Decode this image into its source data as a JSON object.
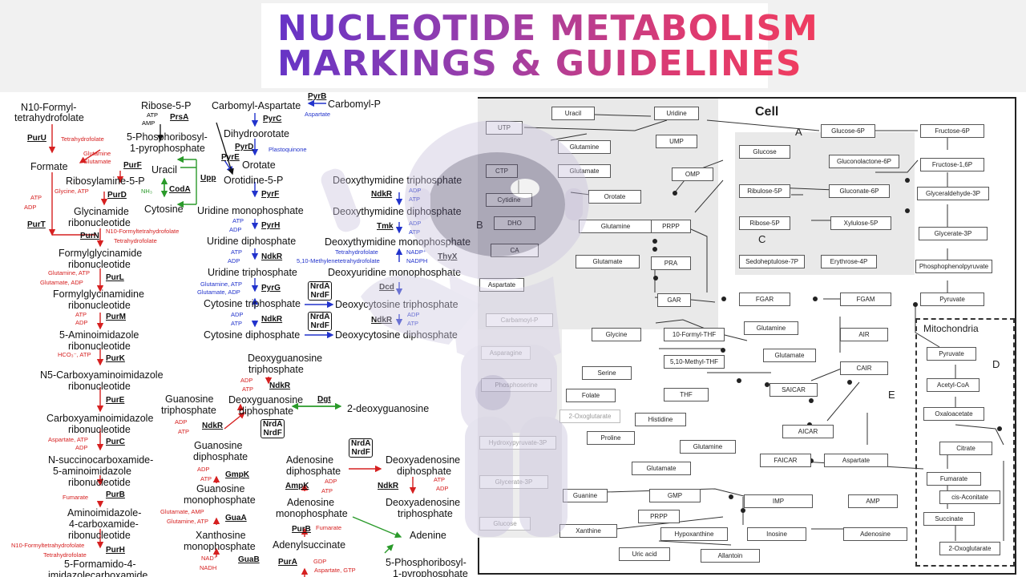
{
  "title": {
    "line1": "NUCLEOTIDE METABOLISM",
    "line2": "MARKINGS & GUIDELINES"
  },
  "left_diagram": {
    "purine_metabolites": [
      "N10-Formyl-",
      "tetrahydrofolate",
      "Ribose-5-P",
      "5-Phosphoribosyl-",
      "1-pyrophosphate",
      "Formate",
      "Ribosylamine-5-P",
      "Glycinamide",
      "ribonucleotide",
      "Formylglycinamide",
      "ribonucleotide",
      "Formylglycinamidine",
      "ribonucleotide",
      "5-Aminoimidazole",
      "ribonucleotide",
      "N5-Carboxyaminoimidazole",
      "ribonucleotide",
      "Carboxyaminoimidazole",
      "ribonucleotide",
      "N-succinocarboxamide-",
      "5-aminoimidazole",
      "ribonucleotide",
      "Aminoimidazole-",
      "4-carboxamide-",
      "ribonucleotide",
      "5-Formamido-4-",
      "imidazolecarboxamide"
    ],
    "purine_enzymes": [
      "PurU",
      "PrsA",
      "PurF",
      "PurD",
      "PurT",
      "PurN",
      "PurL",
      "PurM",
      "PurK",
      "PurE",
      "PurC",
      "PurB",
      "PurH"
    ],
    "pyrimidine_metabolites": [
      "Carbomyl-Aspartate",
      "Carbomyl-P",
      "Dihydroorotate",
      "Orotate",
      "Uracil",
      "Orotidine-5-P",
      "Cytosine",
      "Uridine monophosphate",
      "Uridine diphosphate",
      "Uridine triphosphate",
      "Cytosine triphosphate",
      "Cytosine diphosphate",
      "Deoxythymidine triphosphate",
      "Deoxythymidine diphosphate",
      "Deoxythymidine monophosphate",
      "Deoxyuridine monophosphate",
      "Deoxycytosine triphosphate",
      "Deoxycytosine diphosphate"
    ],
    "pyrimidine_enzymes": [
      "PyrB",
      "PyrC",
      "PyrD",
      "PyrE",
      "Upp",
      "CodA",
      "PyrF",
      "PyrH",
      "NdkR",
      "PyrG",
      "NdkR",
      "Tmk",
      "ThyX",
      "Dcd",
      "NdkR"
    ],
    "guanine_adenine_metabolites": [
      "Deoxyguanosine",
      "triphosphate",
      "Guanosine",
      "triphosphate",
      "Deoxyguanosine",
      "diphosphate",
      "2-deoxyguanosine",
      "Guanosine",
      "diphosphate",
      "Guanosine",
      "monophosphate",
      "Xanthosine",
      "monophosphate",
      "Adenosine",
      "diphosphate",
      "Adenosine",
      "monophosphate",
      "Adenylsuccinate",
      "Deoxyadenosine",
      "diphosphate",
      "Deoxyadenosine",
      "triphosphate",
      "Adenine",
      "5-Phosphoribosyl-",
      "1-pyrophosphate"
    ],
    "guanine_adenine_enzymes": [
      "NdkR",
      "Dgt",
      "NdkR",
      "GmpK",
      "GuaA",
      "GuaB",
      "AmpK",
      "PurB",
      "PurA",
      "NdkR"
    ],
    "boxed_enzymes": [
      "NrdA",
      "NrdF"
    ],
    "cofactors": {
      "tetrahydrofolate": "Tetrahydrofolate",
      "atp": "ATP",
      "amp": "AMP",
      "adp": "ADP",
      "glutamine": "Glutamine",
      "glutamate": "Glutamate",
      "glycine_atp": "Glycine, ATP",
      "n10_thf": "N10-Formyltetrahydrofolate",
      "glutamine_atp": "Glutamine, ATP",
      "glutamate_adp": "Glutamate, ADP",
      "hco3_atp": "HCO₃⁻, ATP",
      "aspartate_atp": "Aspartate, ATP",
      "fumarate": "Fumarate",
      "aspartate": "Aspartate",
      "plastoquinone": "Plastoquinone",
      "nh3": "NH₃",
      "nadp": "NADP⁺",
      "nadph": "NADPH",
      "methylene_thf": "5,10-Methylenetetrahydrofolate",
      "glutamate_amp": "Glutamate, AMP",
      "nad": "NAD⁺",
      "nadh": "NADH",
      "gdp": "GDP",
      "aspartate_gtp": "Aspartate, GTP"
    }
  },
  "right_diagram": {
    "cell_label": "Cell",
    "mito_label": "Mitochondria",
    "zone_labels": [
      "A",
      "B",
      "C",
      "D",
      "E"
    ],
    "nodes": [
      "UTP",
      "Uracil",
      "Uridine",
      "UMP",
      "Glutamine",
      "Glutamate",
      "OMP",
      "CTP",
      "Cytidine",
      "Orotate",
      "DHO",
      "Glutamine",
      "PRPP",
      "CA",
      "Glutamate",
      "PRA",
      "Aspartate",
      "Carbamoyl-P",
      "GAR",
      "FGAR",
      "FGAM",
      "Glucose-6P",
      "Fructose-6P",
      "Glucose",
      "Gluconolactone-6P",
      "Fructose-1,6P",
      "Ribulose-5P",
      "Gluconate-6P",
      "Glyceraldehyde-3P",
      "Ribose-5P",
      "Xylulose-5P",
      "Glycerate-3P",
      "Sedoheptulose-7P",
      "Erythrose-4P",
      "Phosphophenolpyruvate",
      "Pyruvate",
      "Asparagine",
      "Glycine",
      "10-Formyl-THF",
      "Glutamine",
      "AIR",
      "Glutamate",
      "5,10-Methyl-THF",
      "CAIR",
      "Phosphoserine",
      "Serine",
      "SAICAR",
      "Folate",
      "THF",
      "2-Oxoglutarate",
      "Histidine",
      "AICAR",
      "Hydroxypyruvate-3P",
      "Proline",
      "Glutamine",
      "Glutamate",
      "FAICAR",
      "Aspartate",
      "Glycerate-3P",
      "Guanine",
      "GMP",
      "IMP",
      "AMP",
      "PRPP",
      "Glucose",
      "Xanthine",
      "Hypoxanthine",
      "Inosine",
      "Adenosine",
      "Uric acid",
      "Allantoin",
      "Pyruvate",
      "Acetyl-CoA",
      "Oxaloacetate",
      "Citrate",
      "Fumarate",
      "cis-Aconitate",
      "Succinate",
      "2-Oxoglutarate"
    ]
  }
}
